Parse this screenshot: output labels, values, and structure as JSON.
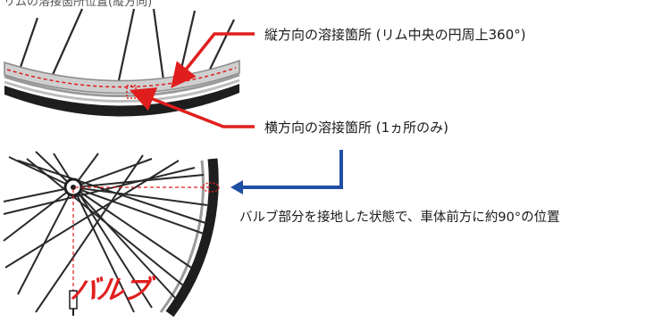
{
  "top_fragment": "リムの溶接箇所位置(縦方向)",
  "labels": {
    "vertical_weld": "縦方向の溶接箇所 (リム中央の円周上360°)",
    "horizontal_weld": "横方向の溶接箇所 (1ヵ所のみ)",
    "valve_position": "バルブ部分を接地した状態で、車体前方に約90°の位置"
  },
  "valve_word": "バルブ",
  "colors": {
    "red_arrow": "#e01e1e",
    "blue_arrow": "#1f4fa3",
    "tire": "#222222",
    "spoke": "#2a2a2a",
    "rim": "#8a8a8a"
  }
}
